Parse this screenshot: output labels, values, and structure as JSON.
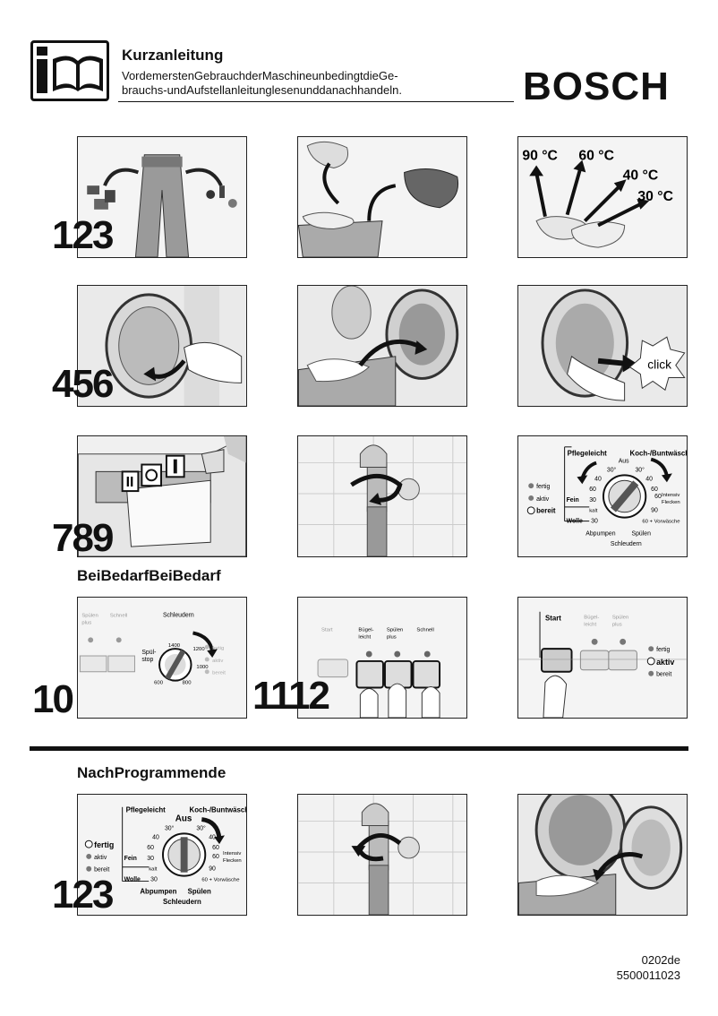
{
  "header": {
    "title": "Kurzanleitung",
    "intro_line1": "VordemerstenGebrauchderMaschineunbedingtdieGe-",
    "intro_line2": "brauchs-undAufstellanleitunglesenunddanachhandeln.",
    "brand": "BOSCH"
  },
  "steps": {
    "s123": "123",
    "s456": "456",
    "s789": "789",
    "s10": "10",
    "s1112": "1112",
    "s123b": "123"
  },
  "sections": {
    "bei_bedarf": "BeiBedarfBeiBedarf",
    "nach_programmende": "NachProgrammende"
  },
  "temperatures": {
    "t90": "90 °C",
    "t60": "60 °C",
    "t40": "40 °C",
    "t30": "30 °C"
  },
  "click_label": "click",
  "dial": {
    "pflegeleicht": "Pflegeleicht",
    "koch": "Koch-/Buntwäsche",
    "aus": "Aus",
    "fein": "Fein",
    "wolle": "Wolle",
    "kalt": "kalt",
    "intensiv": "Intensiv",
    "flecken": "Flecken",
    "vorwaesche": "60 + Vorwäsche",
    "abpumpen": "Abpumpen",
    "spuelen": "Spülen",
    "schleudern": "Schleudern",
    "fertig": "fertig",
    "aktiv": "aktiv",
    "bereit": "bereit",
    "n30": "30°",
    "n40": "40",
    "n60": "60",
    "n90": "90",
    "n30b": "30"
  },
  "panel10": {
    "spuelen_plus": "Spülen plus",
    "schnell": "Schnell",
    "schleudern": "Schleudern",
    "spuel_stop": "Spül-stop",
    "r1400": "1400",
    "r1200": "1200",
    "r1000": "1000",
    "r800": "800",
    "r600": "600"
  },
  "panel1112": {
    "start": "Start",
    "buegel": "Bügel-leicht",
    "spuelen_plus": "Spülen plus",
    "schnell": "Schnell"
  },
  "footer": {
    "code1": "0202de",
    "code2": "5500011023"
  }
}
